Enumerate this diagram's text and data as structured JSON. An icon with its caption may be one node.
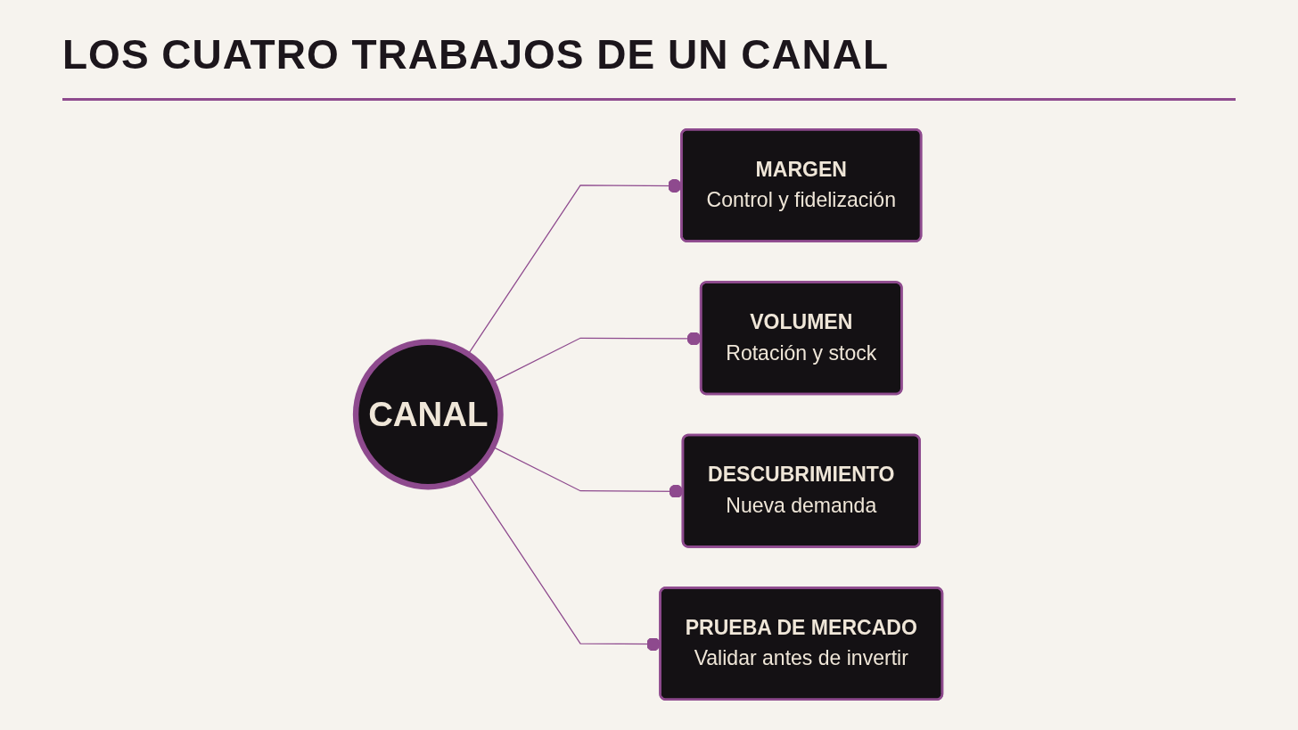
{
  "diagram": {
    "title": "LOS CUATRO TRABAJOS DE UN CANAL",
    "nodes": [
      {
        "text": [
          "MARGEN",
          "Control y fidelización"
        ]
      },
      {
        "text": [
          "VOLUMEN",
          "Rotación y stock"
        ]
      },
      {
        "text": [
          "CANAL"
        ]
      },
      {
        "text": [
          "DESCUBRIMIENTO",
          "Nueva demanda"
        ]
      },
      {
        "text": [
          "PRUEBA DE MERCADO",
          "Validar antes de invertir"
        ]
      }
    ],
    "edges": [
      {
        "from": 2,
        "to": 0,
        "arrow": "other"
      },
      {
        "from": 2,
        "to": 1,
        "arrow": "other"
      },
      {
        "from": 2,
        "to": 3,
        "arrow": "other"
      },
      {
        "from": 2,
        "to": 4,
        "arrow": "other"
      }
    ]
  }
}
